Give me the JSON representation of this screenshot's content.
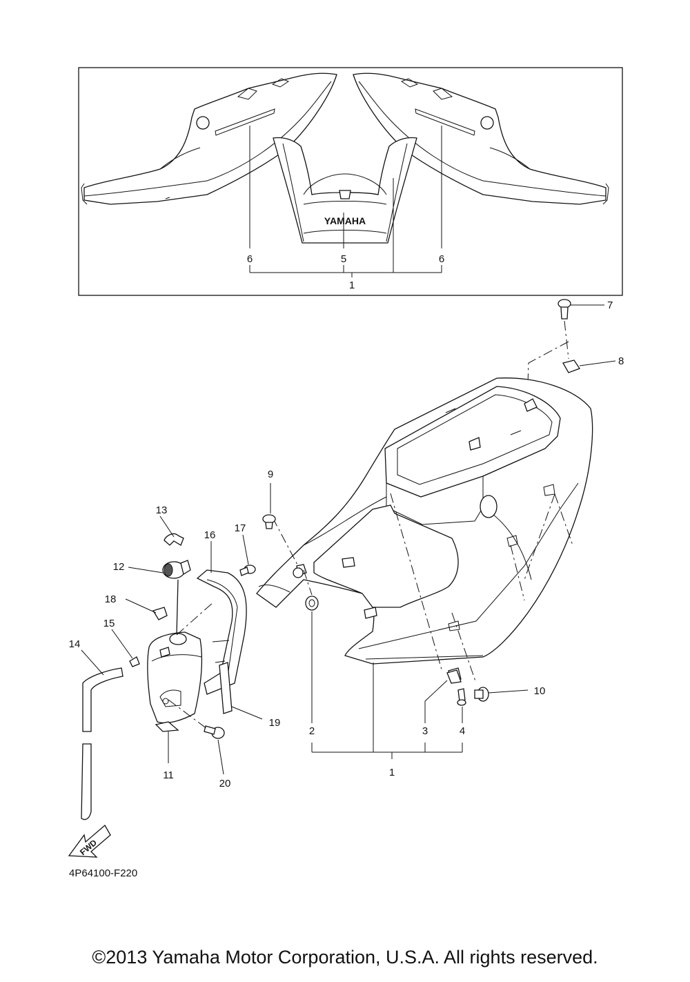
{
  "labels": {
    "inset_left_6": "6",
    "inset_5": "5",
    "inset_right_6": "6",
    "inset_1": "1",
    "c7": "7",
    "c8": "8",
    "c9": "9",
    "c13": "13",
    "c17": "17",
    "c16": "16",
    "c12": "12",
    "c18": "18",
    "c15": "15",
    "c14": "14",
    "c10": "10",
    "c19": "19",
    "c2": "2",
    "c3": "3",
    "c4": "4",
    "c11": "11",
    "c20": "20",
    "c1": "1"
  },
  "decal_text": "YAMAHA",
  "fwd_text": "FWD",
  "drawing_code": "4P64100-F220",
  "copyright": "©2013 Yamaha Motor Corporation, U.S.A. All rights reserved."
}
